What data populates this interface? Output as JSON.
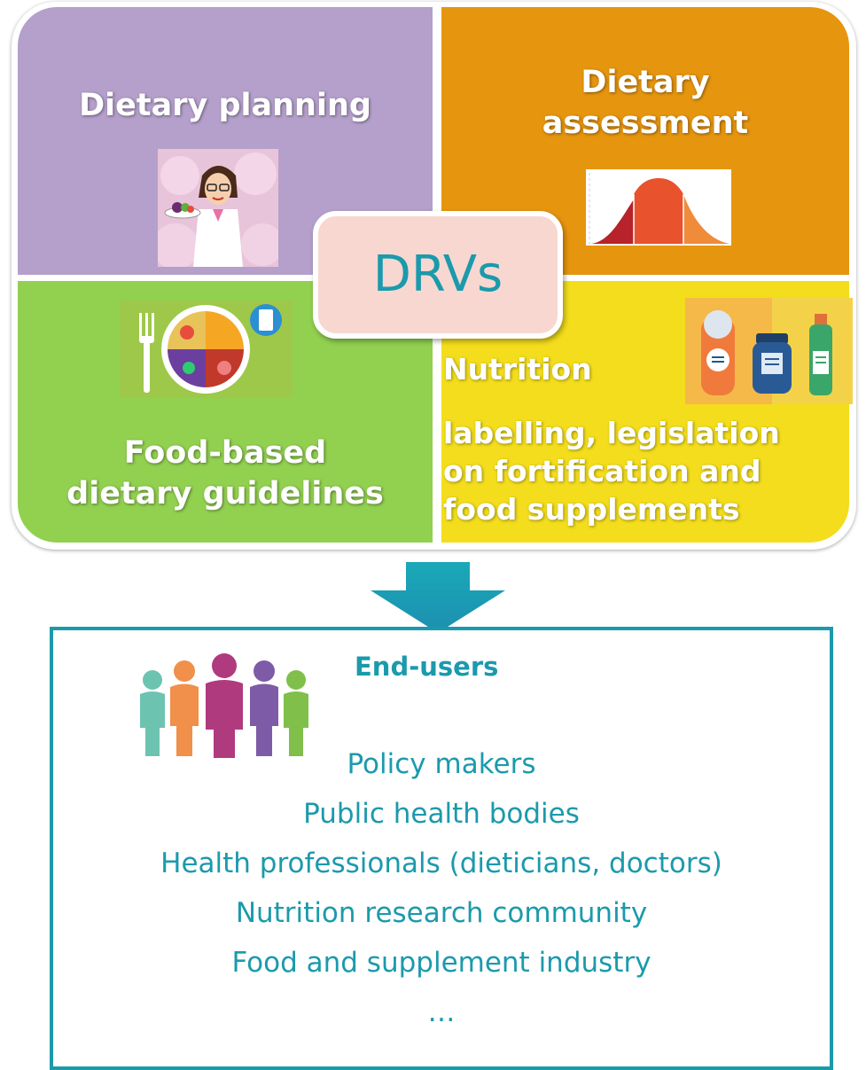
{
  "quadrants": {
    "planning": {
      "title": "Dietary planning",
      "color": "#b4a0cb"
    },
    "assessment": {
      "title_line1": "Dietary",
      "title_line2": "assessment",
      "color": "#e6950e"
    },
    "fbdg": {
      "title_line1": "Food-based",
      "title_line2": "dietary guidelines",
      "color": "#92d050"
    },
    "labelling": {
      "line1": "Nutrition",
      "line2": "labelling, legislation",
      "line3": "on fortification and",
      "line4": "food supplements",
      "color": "#f3dd1c"
    }
  },
  "center": {
    "label": "DRVs"
  },
  "end_users": {
    "title": "End-users",
    "items": [
      "Policy makers",
      "Public health bodies",
      "Health professionals (dieticians, doctors)",
      "Nutrition research community",
      "Food and supplement industry",
      "…"
    ]
  },
  "icons": {
    "planning": "dietician-icon",
    "assessment": "distribution-curve-icon",
    "fbdg": "food-plate-icon",
    "labelling": "supplement-bottles-icon",
    "end_users": "people-group-icon",
    "arrow": "down-arrow-icon"
  },
  "colors": {
    "accent": "#1b9aac",
    "drvs_fill": "#f8d7d0"
  }
}
